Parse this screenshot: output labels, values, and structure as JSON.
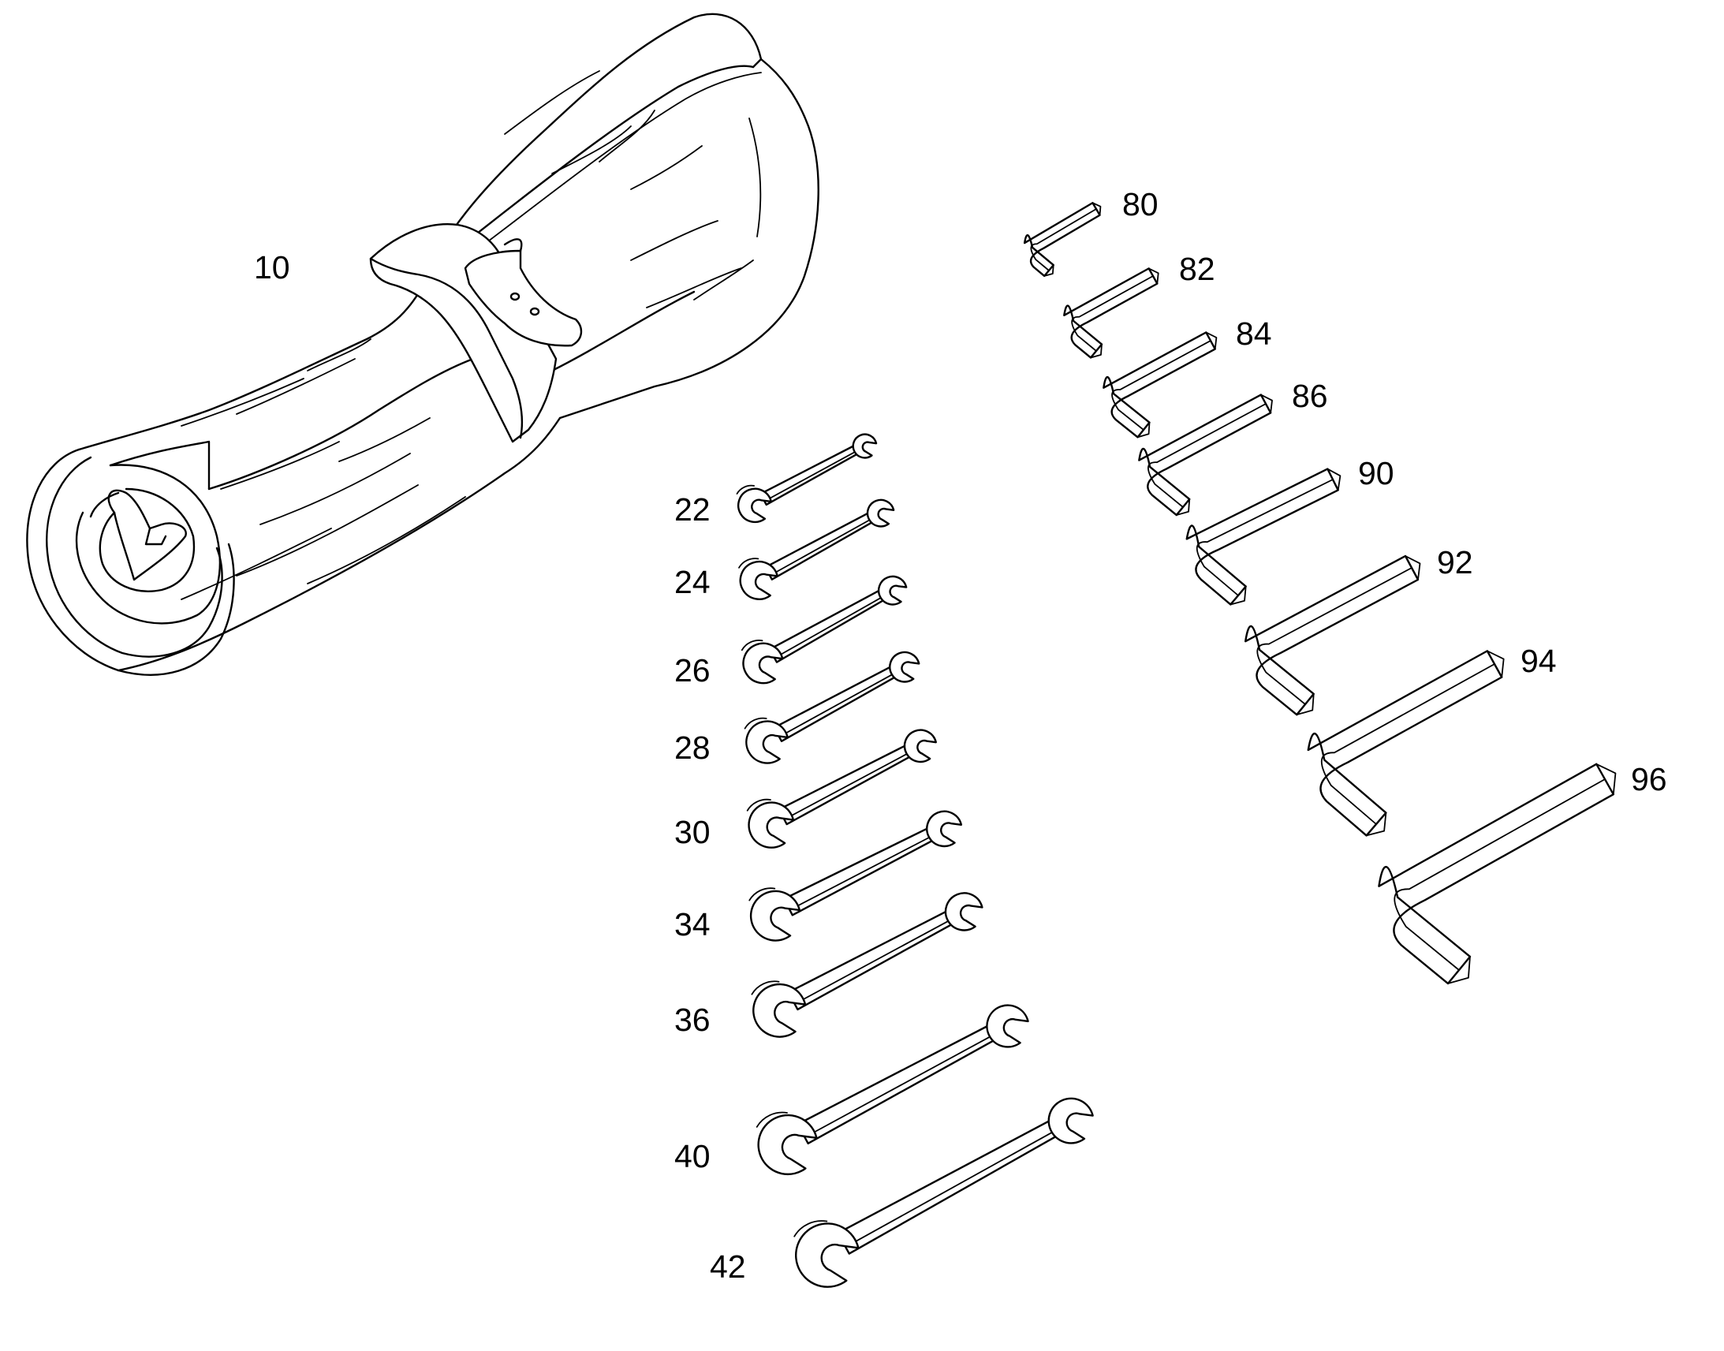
{
  "figure": {
    "roll_label": "10",
    "wrench_labels": [
      "22",
      "24",
      "26",
      "28",
      "30",
      "34",
      "36",
      "40",
      "42"
    ],
    "hex_key_labels": [
      "80",
      "82",
      "84",
      "86",
      "90",
      "92",
      "94",
      "96"
    ],
    "ink_color": "#000000",
    "background_color": "#ffffff"
  }
}
